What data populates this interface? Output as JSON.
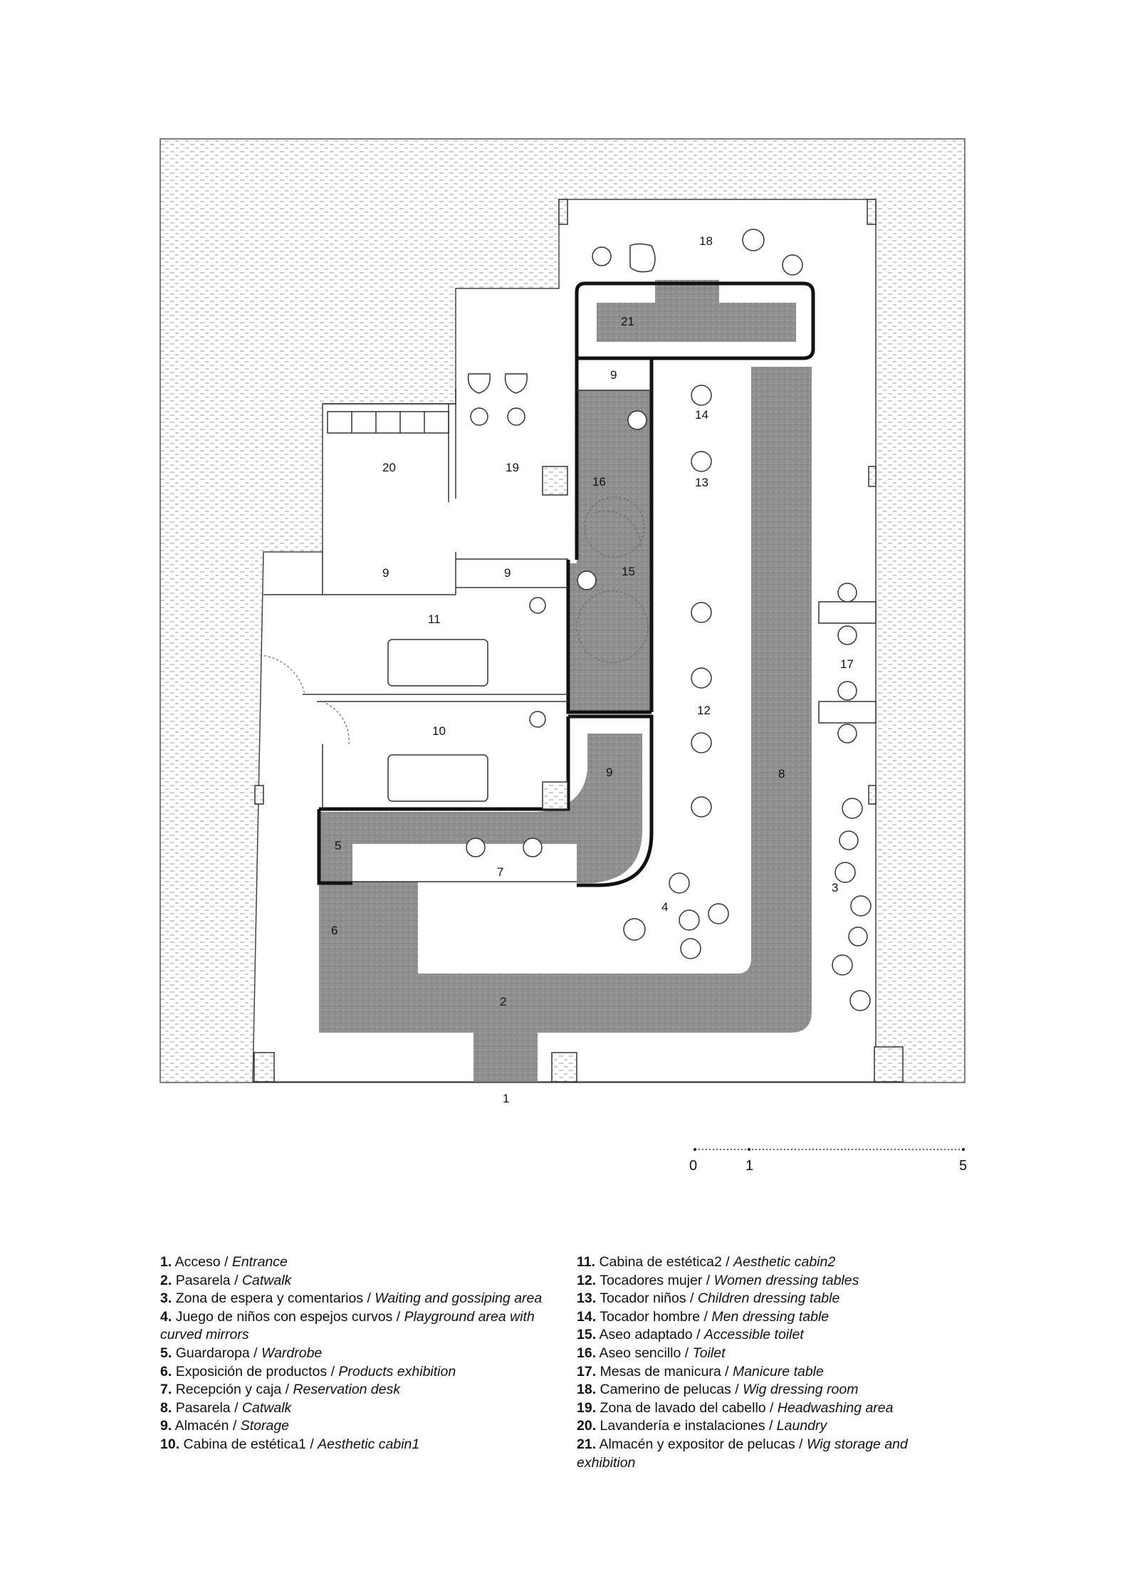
{
  "plan": {
    "room_labels": [
      {
        "id": "r1",
        "text": "1"
      },
      {
        "id": "r2",
        "text": "2"
      },
      {
        "id": "r3",
        "text": "3"
      },
      {
        "id": "r4",
        "text": "4"
      },
      {
        "id": "r5",
        "text": "5"
      },
      {
        "id": "r6",
        "text": "6"
      },
      {
        "id": "r7",
        "text": "7"
      },
      {
        "id": "r8",
        "text": "8"
      },
      {
        "id": "r9a",
        "text": "9"
      },
      {
        "id": "r9b",
        "text": "9"
      },
      {
        "id": "r9c",
        "text": "9"
      },
      {
        "id": "r9d",
        "text": "9"
      },
      {
        "id": "r10",
        "text": "10"
      },
      {
        "id": "r11",
        "text": "11"
      },
      {
        "id": "r12",
        "text": "12"
      },
      {
        "id": "r13",
        "text": "13"
      },
      {
        "id": "r14",
        "text": "14"
      },
      {
        "id": "r15",
        "text": "15"
      },
      {
        "id": "r16",
        "text": "16"
      },
      {
        "id": "r17",
        "text": "17"
      },
      {
        "id": "r18",
        "text": "18"
      },
      {
        "id": "r19",
        "text": "19"
      },
      {
        "id": "r20",
        "text": "20"
      },
      {
        "id": "r21",
        "text": "21"
      }
    ]
  },
  "scale_bar": {
    "labels": [
      "0",
      "1",
      "5"
    ]
  },
  "legend": [
    {
      "num": "1.",
      "es": "Acceso /",
      "en": "Entrance"
    },
    {
      "num": "2.",
      "es": "Pasarela /",
      "en": "Catwalk"
    },
    {
      "num": "3.",
      "es": "Zona de espera y comentarios /",
      "en": "Waiting and gossiping area"
    },
    {
      "num": "4.",
      "es": "Juego de niños con espejos curvos /",
      "en": "Playground area with curved mirrors"
    },
    {
      "num": "5.",
      "es": "Guardaropa /",
      "en": "Wardrobe"
    },
    {
      "num": "6.",
      "es": "Exposición de productos /",
      "en": "Products exhibition"
    },
    {
      "num": "7.",
      "es": "Recepción y caja /",
      "en": "Reservation desk"
    },
    {
      "num": "8.",
      "es": "Pasarela /",
      "en": "Catwalk"
    },
    {
      "num": "9.",
      "es": "Almacén /",
      "en": "Storage"
    },
    {
      "num": "10.",
      "es": "Cabina de estética1 /",
      "en": "Aesthetic cabin1"
    },
    {
      "num": "11.",
      "es": "Cabina de estética2 /",
      "en": "Aesthetic cabin2"
    },
    {
      "num": "12.",
      "es": "Tocadores mujer /",
      "en": "Women dressing tables"
    },
    {
      "num": "13.",
      "es": "Tocador niños /",
      "en": "Children dressing table"
    },
    {
      "num": "14.",
      "es": "Tocador hombre /",
      "en": "Men dressing table"
    },
    {
      "num": "15.",
      "es": "Aseo adaptado /",
      "en": "Accessible toilet"
    },
    {
      "num": "16.",
      "es": "Aseo sencillo /",
      "en": "Toilet"
    },
    {
      "num": "17.",
      "es": "Mesas de manicura /",
      "en": "Manicure table"
    },
    {
      "num": "18.",
      "es": "Camerino de pelucas /",
      "en": "Wig dressing room"
    },
    {
      "num": "19.",
      "es": "Zona de lavado del cabello /",
      "en": "Headwashing area"
    },
    {
      "num": "20.",
      "es": "Lavandería e instalaciones /",
      "en": "Laundry"
    },
    {
      "num": "21.",
      "es": "Almacén y expositor de pelucas /",
      "en": "Wig storage and exhibition"
    }
  ]
}
